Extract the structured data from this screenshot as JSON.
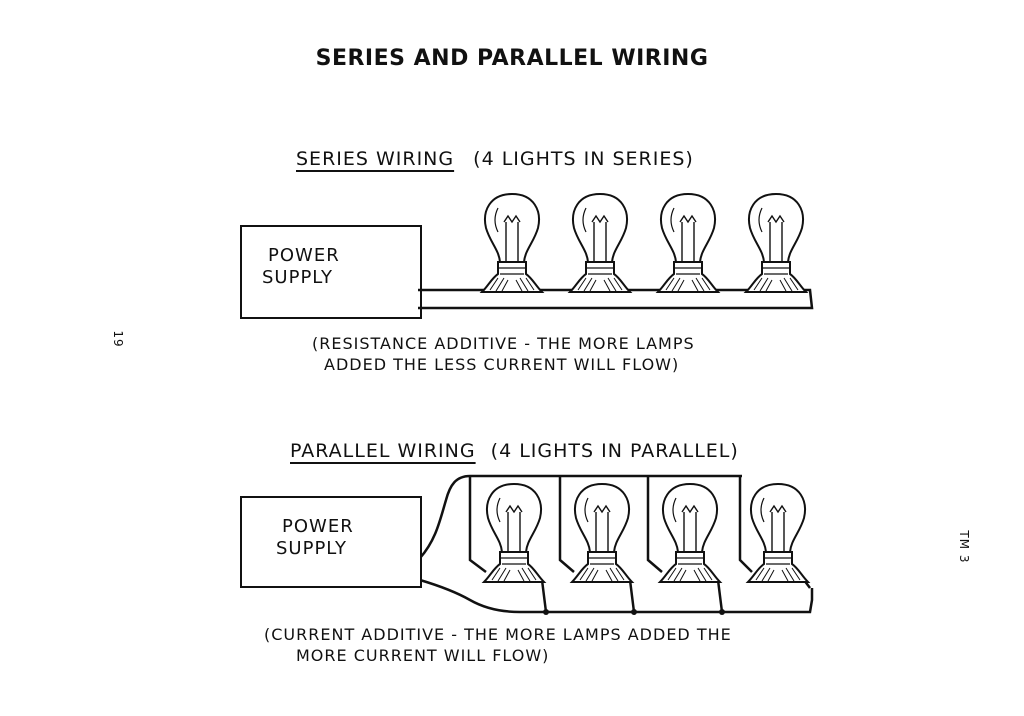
{
  "title": "SERIES AND PARALLEL WIRING",
  "series": {
    "heading": "SERIES WIRING",
    "subheading": "(4 LIGHTS IN SERIES)",
    "box_line1": "POWER",
    "box_line2": "SUPPLY",
    "note_line1": "(RESISTANCE ADDITIVE - THE MORE LAMPS",
    "note_line2": "ADDED THE LESS CURRENT WILL FLOW)",
    "lamp_count": 4
  },
  "parallel": {
    "heading": "PARALLEL WIRING",
    "subheading": "(4 LIGHTS IN PARALLEL)",
    "box_line1": "POWER",
    "box_line2": "SUPPLY",
    "note_line1": "(CURRENT ADDITIVE - THE MORE LAMPS ADDED THE",
    "note_line2": "MORE CURRENT WILL FLOW)",
    "lamp_count": 4
  },
  "page_number": "19",
  "tm_label": "TM 3",
  "icons": [
    "light-bulb-icon"
  ]
}
